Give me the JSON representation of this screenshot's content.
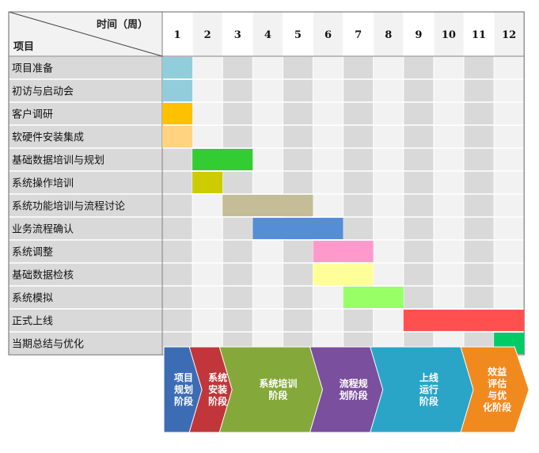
{
  "chart_data": {
    "type": "gantt",
    "header": {
      "time_label": "时间（周）",
      "item_label": "项目"
    },
    "weeks": [
      "1",
      "2",
      "3",
      "4",
      "5",
      "6",
      "7",
      "8",
      "9",
      "10",
      "11",
      "12"
    ],
    "tasks": [
      {
        "label": "项目准备",
        "start": 1,
        "end": 1,
        "color": "#92CDDC"
      },
      {
        "label": "初访与启动会",
        "start": 1,
        "end": 1,
        "color": "#92CDDC"
      },
      {
        "label": "客户调研",
        "start": 1,
        "end": 1,
        "color": "#FFC000"
      },
      {
        "label": "软硬件安装集成",
        "start": 1,
        "end": 1,
        "color": "#FFD37F"
      },
      {
        "label": "基础数据培训与规划",
        "start": 2,
        "end": 3,
        "color": "#33CC33"
      },
      {
        "label": "系统操作培训",
        "start": 2,
        "end": 2,
        "color": "#CCCC00"
      },
      {
        "label": "系统功能培训与流程讨论",
        "start": 3,
        "end": 5,
        "color": "#C4BD97"
      },
      {
        "label": "业务流程确认",
        "start": 4,
        "end": 6,
        "color": "#558ED5"
      },
      {
        "label": "系统调整",
        "start": 6,
        "end": 7,
        "color": "#FF99CC"
      },
      {
        "label": "基础数据检核",
        "start": 6,
        "end": 7,
        "color": "#FFFF99"
      },
      {
        "label": "系统模拟",
        "start": 7,
        "end": 8,
        "color": "#99FF66"
      },
      {
        "label": "正式上线",
        "start": 9,
        "end": 12,
        "color": "#FF5050"
      },
      {
        "label": "当期总结与优化",
        "start": 12,
        "end": 12,
        "color": "#00CC66"
      }
    ],
    "phases": [
      {
        "lines": [
          "项目",
          "规划",
          "阶段"
        ],
        "start": 1,
        "end": 2,
        "color": "#3C6DB4"
      },
      {
        "lines": [
          "系统",
          "安装",
          "阶段"
        ],
        "start": 2,
        "end": 3,
        "color": "#C0363A"
      },
      {
        "lines": [
          "系统培训",
          "阶段"
        ],
        "start": 3,
        "end": 6,
        "color": "#84A83A"
      },
      {
        "lines": [
          "流程规",
          "划阶段"
        ],
        "start": 6,
        "end": 8,
        "color": "#7A4F9E"
      },
      {
        "lines": [
          "上线",
          "运行",
          "阶段"
        ],
        "start": 8,
        "end": 11,
        "color": "#2AA5C8"
      },
      {
        "lines": [
          "效益",
          "评估",
          "与优",
          "化阶段"
        ],
        "start": 11,
        "end": 12,
        "color": "#F18A1E"
      }
    ]
  }
}
